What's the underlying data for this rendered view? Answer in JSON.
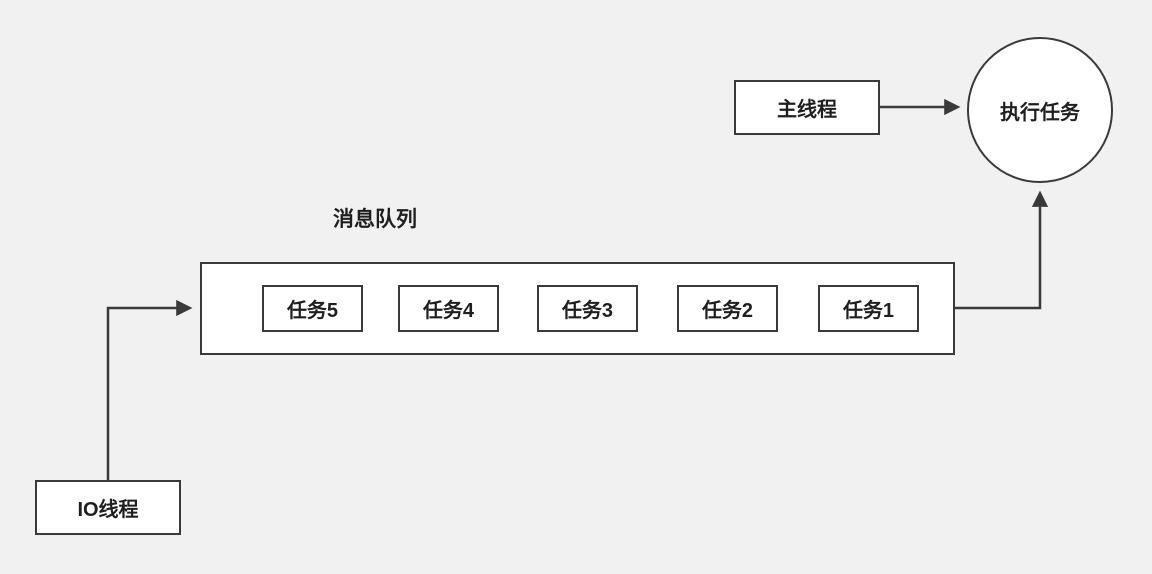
{
  "diagram": {
    "background_color": "#f1f1f1",
    "stroke_color": "#3a3a3a",
    "node_fill_color": "#ffffff",
    "main_thread": {
      "label": "主线程"
    },
    "execute_task": {
      "label": "执行任务"
    },
    "message_queue": {
      "title": "消息队列"
    },
    "io_thread": {
      "label": "IO线程"
    },
    "tasks": [
      {
        "label": "任务5"
      },
      {
        "label": "任务4"
      },
      {
        "label": "任务3"
      },
      {
        "label": "任务2"
      },
      {
        "label": "任务1"
      }
    ]
  }
}
